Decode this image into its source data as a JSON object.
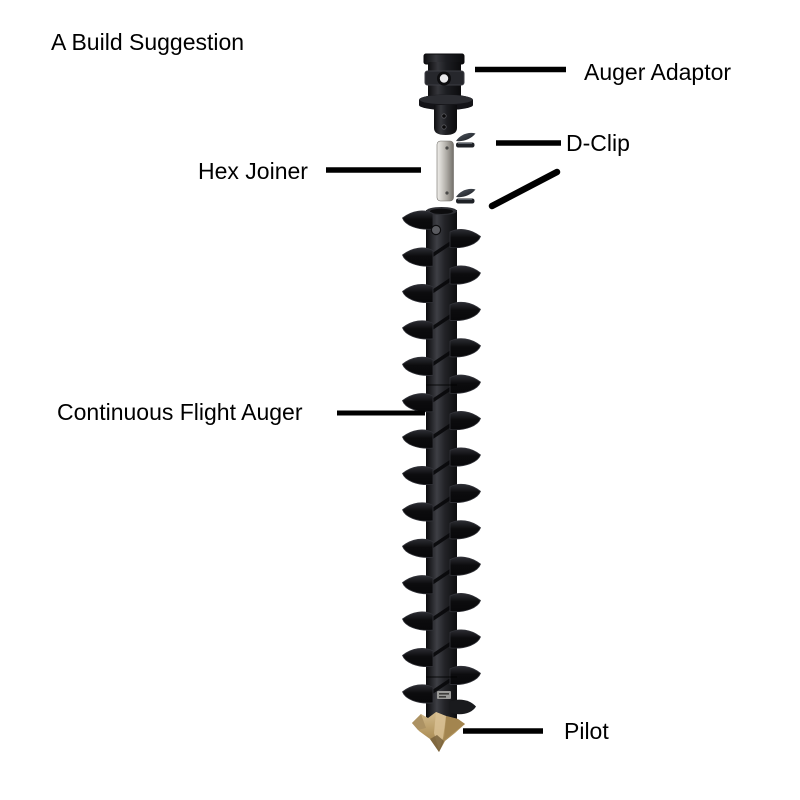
{
  "title": "A Build Suggestion",
  "diagram": {
    "parts": [
      {
        "name": "auger-adaptor",
        "label": "Auger Adaptor"
      },
      {
        "name": "d-clip",
        "label": "D-Clip"
      },
      {
        "name": "hex-joiner",
        "label": "Hex Joiner"
      },
      {
        "name": "continuous-flight-auger",
        "label": "Continuous Flight Auger"
      },
      {
        "name": "pilot",
        "label": "Pilot"
      }
    ]
  },
  "colors": {
    "background": "#ffffff",
    "label_text": "#000000",
    "leader_line": "#000000",
    "part_black": "#17181a",
    "hex_joiner_silver": "#b9b6b0",
    "pilot_tan": "#bb9f72"
  }
}
